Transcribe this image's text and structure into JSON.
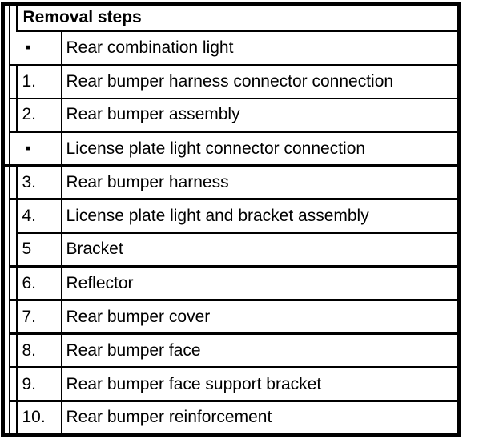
{
  "table": {
    "header": "Removal steps",
    "rows": [
      {
        "num": "▪",
        "desc": "Rear combination light"
      },
      {
        "num": "1.",
        "desc": "Rear bumper harness connector connection"
      },
      {
        "num": "2.",
        "desc": "Rear bumper assembly"
      },
      {
        "num": "▪",
        "desc": "License plate light connector connection"
      },
      {
        "num": "3.",
        "desc": "Rear bumper harness"
      },
      {
        "num": "4.",
        "desc": "License plate light and bracket assembly"
      },
      {
        "num": "5",
        "desc": "Bracket"
      },
      {
        "num": "6.",
        "desc": "Reflector"
      },
      {
        "num": "7.",
        "desc": "Rear bumper cover"
      },
      {
        "num": "8.",
        "desc": "Rear bumper face"
      },
      {
        "num": "9.",
        "desc": "Rear bumper face support bracket"
      },
      {
        "num": "10.",
        "desc": "Rear bumper reinforcement"
      }
    ]
  }
}
